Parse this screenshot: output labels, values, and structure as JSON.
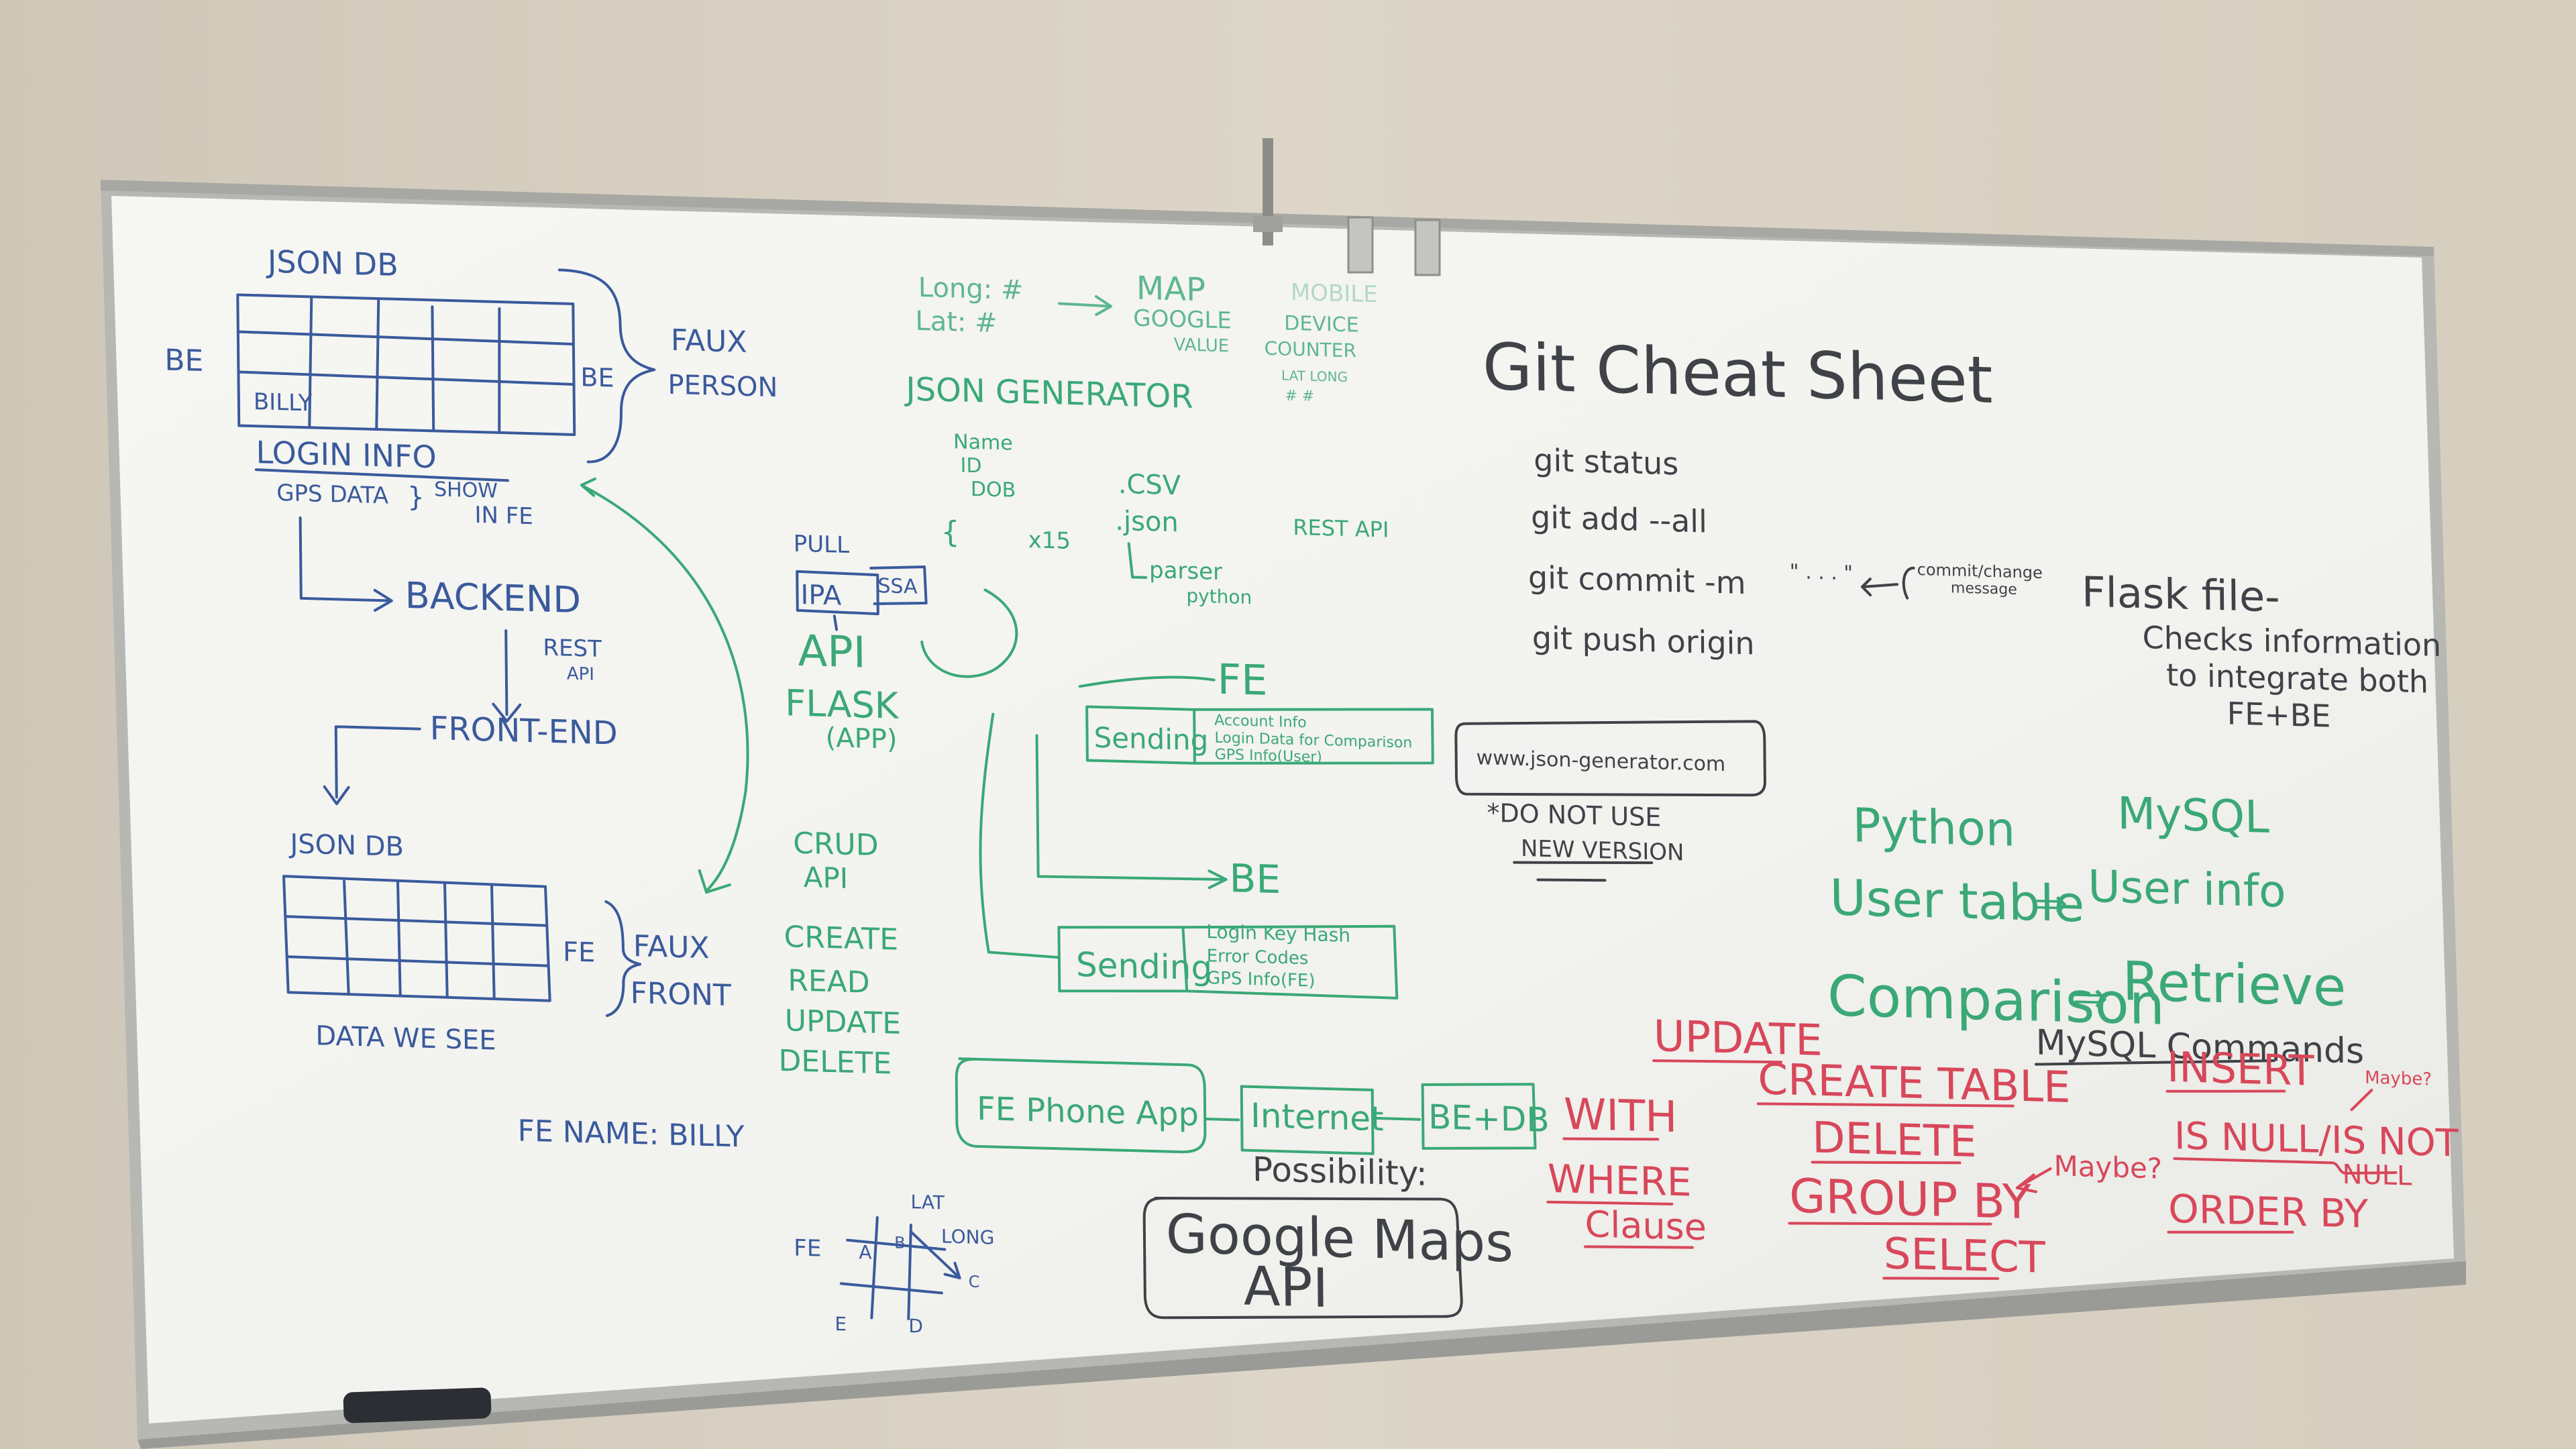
{
  "colors": {
    "wall": "#d9d1c2",
    "board": "#f4f4f1",
    "frame": "#b9bab6",
    "blue_marker": "#3a5a9c",
    "green_marker": "#3aa877",
    "black_marker": "#3f4247",
    "red_marker": "#d8475a"
  },
  "backend_db": {
    "title": "JSON DB",
    "be_left": "BE",
    "row_label": "BILLY",
    "be_right": "BE",
    "faux": "FAUX",
    "person": "PERSON",
    "login_info": "LOGIN INFO",
    "gps_data": "GPS DATA",
    "show": "SHOW",
    "in_fe": "IN FE"
  },
  "flow": {
    "backend": "BACKEND",
    "rest": "REST",
    "api": "API",
    "frontend": "FRONT-END"
  },
  "frontend_db": {
    "title": "JSON DB",
    "fe": "FE",
    "faux": "FAUX",
    "front": "FRONT",
    "caption": "DATA WE SEE",
    "name_line": "FE NAME: BILLY"
  },
  "api_block": {
    "pull": "PULL",
    "ipa": "IPA",
    "ssa": "SSA",
    "api": "API",
    "flask": "FLASK",
    "app": "(APP)",
    "crud": "CRUD",
    "crud_api": "API",
    "create": "CREATE",
    "read": "READ",
    "update": "UPDATE",
    "delete": "DELETE"
  },
  "map_notes": {
    "long": "Long: #",
    "lat": "Lat: #",
    "map": "MAP",
    "google": "GOOGLE",
    "value": "VALUE",
    "mobile": "MOBILE",
    "device": "DEVICE",
    "counter": "COUNTER",
    "lat_long": "LAT LONG",
    "hashes": "#    #"
  },
  "generator": {
    "title": "JSON GENERATOR",
    "name": "Name",
    "id": "ID",
    "dob": "DOB",
    "brace": "{",
    "count": "x15",
    "csv": ".CSV",
    "json": ".json",
    "parser": "parser",
    "python": "python",
    "rest_api": "REST API"
  },
  "exchange": {
    "fe": "FE",
    "sending_top": "Sending",
    "top_items": [
      "Account Info",
      "Login Data for Comparison",
      "GPS Info(User)"
    ],
    "be": "BE",
    "sending_bottom": "Sending",
    "bottom_items": [
      "Login Key Hash",
      "Error Codes",
      "GPS Info(FE)"
    ]
  },
  "pipeline": {
    "phone": "FE Phone App",
    "internet": "Internet",
    "bedb": "BE+DB",
    "possibility": "Possibility:",
    "google_maps": "Google Maps",
    "api": "API"
  },
  "sketch": {
    "fe": "FE",
    "a": "A",
    "b": "B",
    "c": "C",
    "d": "D",
    "e": "E",
    "lat": "LAT",
    "long": "LONG"
  },
  "git": {
    "title": "Git Cheat Sheet",
    "commands": [
      "git status",
      "git add --all",
      "git commit -m",
      "git push origin"
    ],
    "commit_quotes": "\" . . . \"",
    "commit_note_1": "commit/change",
    "commit_note_2": "message",
    "url": "www.json-generator.com",
    "do_not_use": "*DO NOT USE",
    "new_version": "NEW VERSION"
  },
  "flask_note": {
    "title": "Flask file-",
    "line1": "Checks information",
    "line2": "to integrate both",
    "line3": "FE+BE"
  },
  "python_mysql": {
    "python": "Python",
    "mysql": "MySQL",
    "user_table": "User table",
    "user_info": "User info",
    "comparison": "Comparison",
    "retrieve": "Retrieve",
    "arrow": "⇒"
  },
  "mysql_commands": {
    "title": "MySQL Commands",
    "update": "UPDATE",
    "with": "WITH",
    "where": "WHERE",
    "clause": "Clause",
    "create_table": "CREATE TABLE",
    "delete": "DELETE",
    "group_by": "GROUP BY",
    "select": "SELECT",
    "maybe_1": "Maybe?",
    "insert": "INSERT",
    "maybe_2": "Maybe?",
    "is_null": "IS NULL/IS NOT",
    "null": "NULL",
    "order_by": "ORDER BY"
  }
}
